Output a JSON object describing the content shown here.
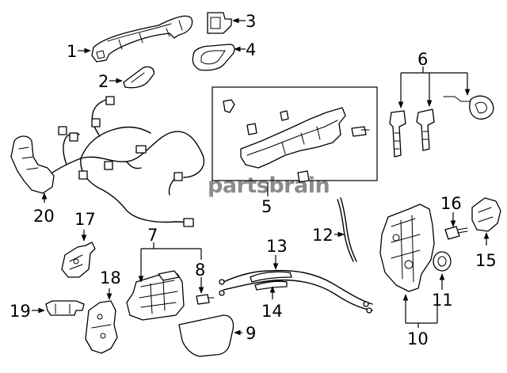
{
  "watermark": "partsbrain",
  "callouts": [
    {
      "id": "c1",
      "label": "1"
    },
    {
      "id": "c2",
      "label": "2"
    },
    {
      "id": "c3",
      "label": "3"
    },
    {
      "id": "c4",
      "label": "4"
    },
    {
      "id": "c5",
      "label": "5"
    },
    {
      "id": "c6",
      "label": "6"
    },
    {
      "id": "c7",
      "label": "7"
    },
    {
      "id": "c8",
      "label": "8"
    },
    {
      "id": "c9",
      "label": "9"
    },
    {
      "id": "c10",
      "label": "10"
    },
    {
      "id": "c11",
      "label": "11"
    },
    {
      "id": "c12",
      "label": "12"
    },
    {
      "id": "c13",
      "label": "13"
    },
    {
      "id": "c14",
      "label": "14"
    },
    {
      "id": "c15",
      "label": "15"
    },
    {
      "id": "c16",
      "label": "16"
    },
    {
      "id": "c17",
      "label": "17"
    },
    {
      "id": "c18",
      "label": "18"
    },
    {
      "id": "c19",
      "label": "19"
    },
    {
      "id": "c20",
      "label": "20"
    }
  ],
  "colors": {
    "line": "#000000",
    "background": "#ffffff",
    "watermark": "#8c8c8c"
  }
}
